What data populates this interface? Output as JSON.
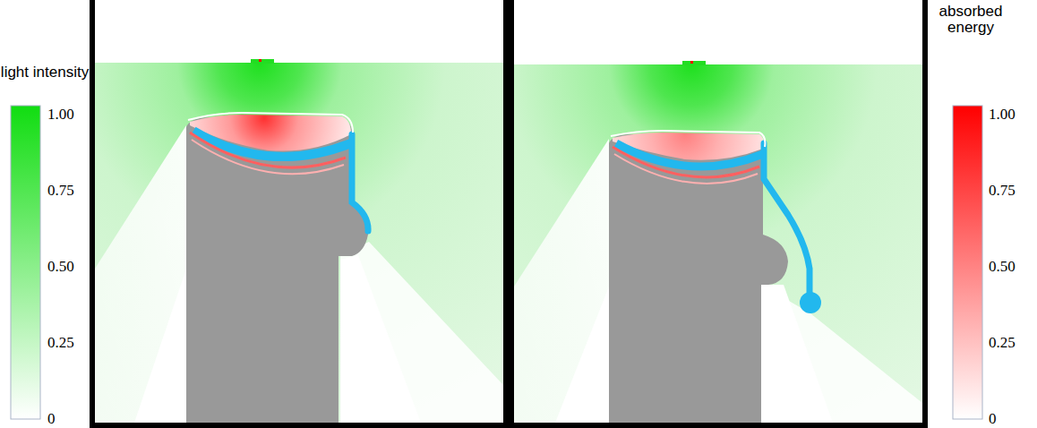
{
  "diagram": {
    "labels": [
      "light intensity",
      "1.00",
      "0.75",
      "0.50",
      "0.25",
      "0",
      "absorbed energy",
      "1.00",
      "0.75",
      "0.50",
      "0.25",
      "0"
    ]
  }
}
